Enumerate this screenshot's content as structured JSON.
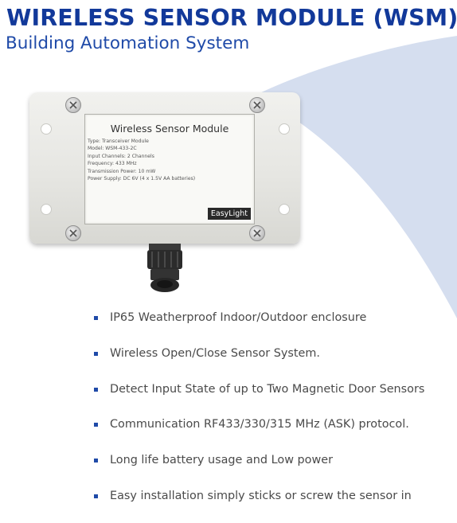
{
  "header": {
    "title": "WIRELESS SENSOR MODULE (WSM)",
    "subtitle": "Building Automation System"
  },
  "colors": {
    "title": "#12399a",
    "swoosh": "#d5deef",
    "bullet": "#1f4aa8"
  },
  "device_label": {
    "title": "Wireless Sensor Module",
    "specs": [
      "Type: Transceiver Module",
      "Model: WSM-433-2C",
      "Input Channels: 2 Channels",
      "Frequency: 433 MHz",
      "Transmission Power: 10 mW",
      "Power Supply: DC 6V (4 x 1.5V AA batteries)"
    ],
    "brand": "EasyLight"
  },
  "features": [
    "IP65 Weatherproof Indoor/Outdoor enclosure",
    "Wireless Open/Close Sensor System.",
    "Detect Input State of up to Two Magnetic Door Sensors",
    "Communication RF433/330/315 MHz (ASK) protocol.",
    "Long life battery usage and Low power",
    "Easy installation simply sticks or screw the sensor in"
  ]
}
